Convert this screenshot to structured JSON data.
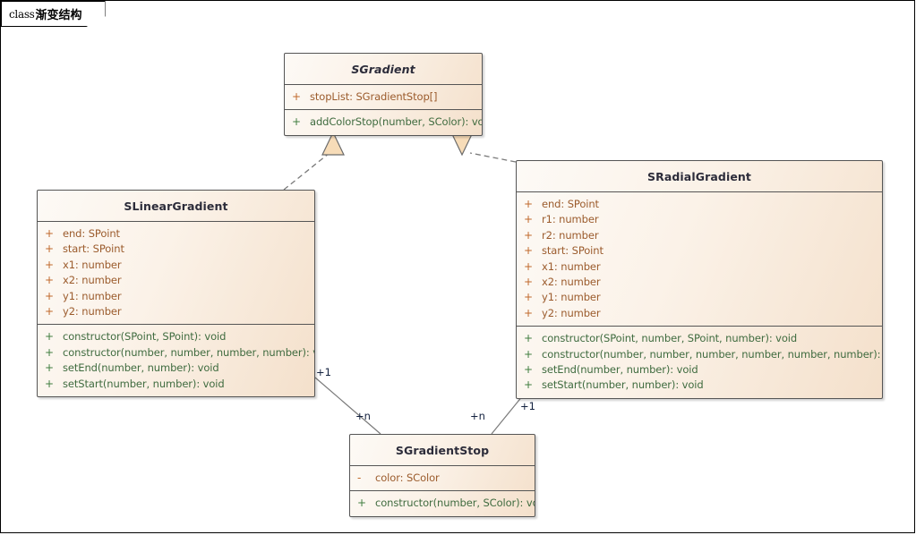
{
  "frame": {
    "keyword": "class",
    "name": "渐变结构"
  },
  "colors": {
    "box_border": "#555555",
    "attribute_text": "#9b5b2c",
    "method_text": "#3f6b3f",
    "header_text": "#2c2c3a",
    "connector": "#7a7a7a",
    "triangle_fill": "#f7dcb8",
    "multiplicity_text": "#13213f"
  },
  "classes": [
    {
      "id": "sgradient",
      "name": "SGradient",
      "abstract": true,
      "attributes": [
        {
          "visibility": "+",
          "text": "stopList: SGradientStop[]"
        }
      ],
      "methods": [
        {
          "visibility": "+",
          "text": "addColorStop(number, SColor): void"
        }
      ]
    },
    {
      "id": "slineargradient",
      "name": "SLinearGradient",
      "abstract": false,
      "attributes": [
        {
          "visibility": "+",
          "text": "end: SPoint"
        },
        {
          "visibility": "+",
          "text": "start: SPoint"
        },
        {
          "visibility": "+",
          "text": "x1: number"
        },
        {
          "visibility": "+",
          "text": "x2: number"
        },
        {
          "visibility": "+",
          "text": "y1: number"
        },
        {
          "visibility": "+",
          "text": "y2: number"
        }
      ],
      "methods": [
        {
          "visibility": "+",
          "text": "constructor(SPoint, SPoint): void"
        },
        {
          "visibility": "+",
          "text": "constructor(number, number, number, number): void"
        },
        {
          "visibility": "+",
          "text": "setEnd(number, number): void"
        },
        {
          "visibility": "+",
          "text": "setStart(number, number): void"
        }
      ]
    },
    {
      "id": "sradialgradient",
      "name": "SRadialGradient",
      "abstract": false,
      "attributes": [
        {
          "visibility": "+",
          "text": "end: SPoint"
        },
        {
          "visibility": "+",
          "text": "r1: number"
        },
        {
          "visibility": "+",
          "text": "r2: number"
        },
        {
          "visibility": "+",
          "text": "start: SPoint"
        },
        {
          "visibility": "+",
          "text": "x1: number"
        },
        {
          "visibility": "+",
          "text": "x2: number"
        },
        {
          "visibility": "+",
          "text": "y1: number"
        },
        {
          "visibility": "+",
          "text": "y2: number"
        }
      ],
      "methods": [
        {
          "visibility": "+",
          "text": "constructor(SPoint, number, SPoint, number): void"
        },
        {
          "visibility": "+",
          "text": "constructor(number, number, number, number, number, number): void"
        },
        {
          "visibility": "+",
          "text": "setEnd(number, number): void"
        },
        {
          "visibility": "+",
          "text": "setStart(number, number): void"
        }
      ]
    },
    {
      "id": "sgradientstop",
      "name": "SGradientStop",
      "abstract": false,
      "attributes": [
        {
          "visibility": "-",
          "text": "color: SColor"
        }
      ],
      "methods": [
        {
          "visibility": "+",
          "text": "constructor(number, SColor): void"
        }
      ]
    }
  ],
  "connectors": [
    {
      "id": "lin-realizes-grad",
      "type": "realization",
      "from": "SLinearGradient",
      "to": "SGradient",
      "style": "dashed",
      "arrow": "hollow-triangle"
    },
    {
      "id": "rad-realizes-grad",
      "type": "realization",
      "from": "SRadialGradient",
      "to": "SGradient",
      "style": "dashed",
      "arrow": "hollow-triangle"
    },
    {
      "id": "lin-has-stop",
      "type": "association",
      "from": "SLinearGradient",
      "to": "SGradientStop",
      "style": "solid",
      "source_multiplicity": "+1",
      "target_multiplicity": "+n"
    },
    {
      "id": "rad-has-stop",
      "type": "association",
      "from": "SRadialGradient",
      "to": "SGradientStop",
      "style": "solid",
      "source_multiplicity": "+1",
      "target_multiplicity": "+n"
    }
  ],
  "multiplicity_labels": [
    {
      "id": "lin-end",
      "text": "+1"
    },
    {
      "id": "lin-stop-end",
      "text": "+n"
    },
    {
      "id": "rad-stop-end",
      "text": "+n"
    },
    {
      "id": "rad-end",
      "text": "+1"
    }
  ]
}
